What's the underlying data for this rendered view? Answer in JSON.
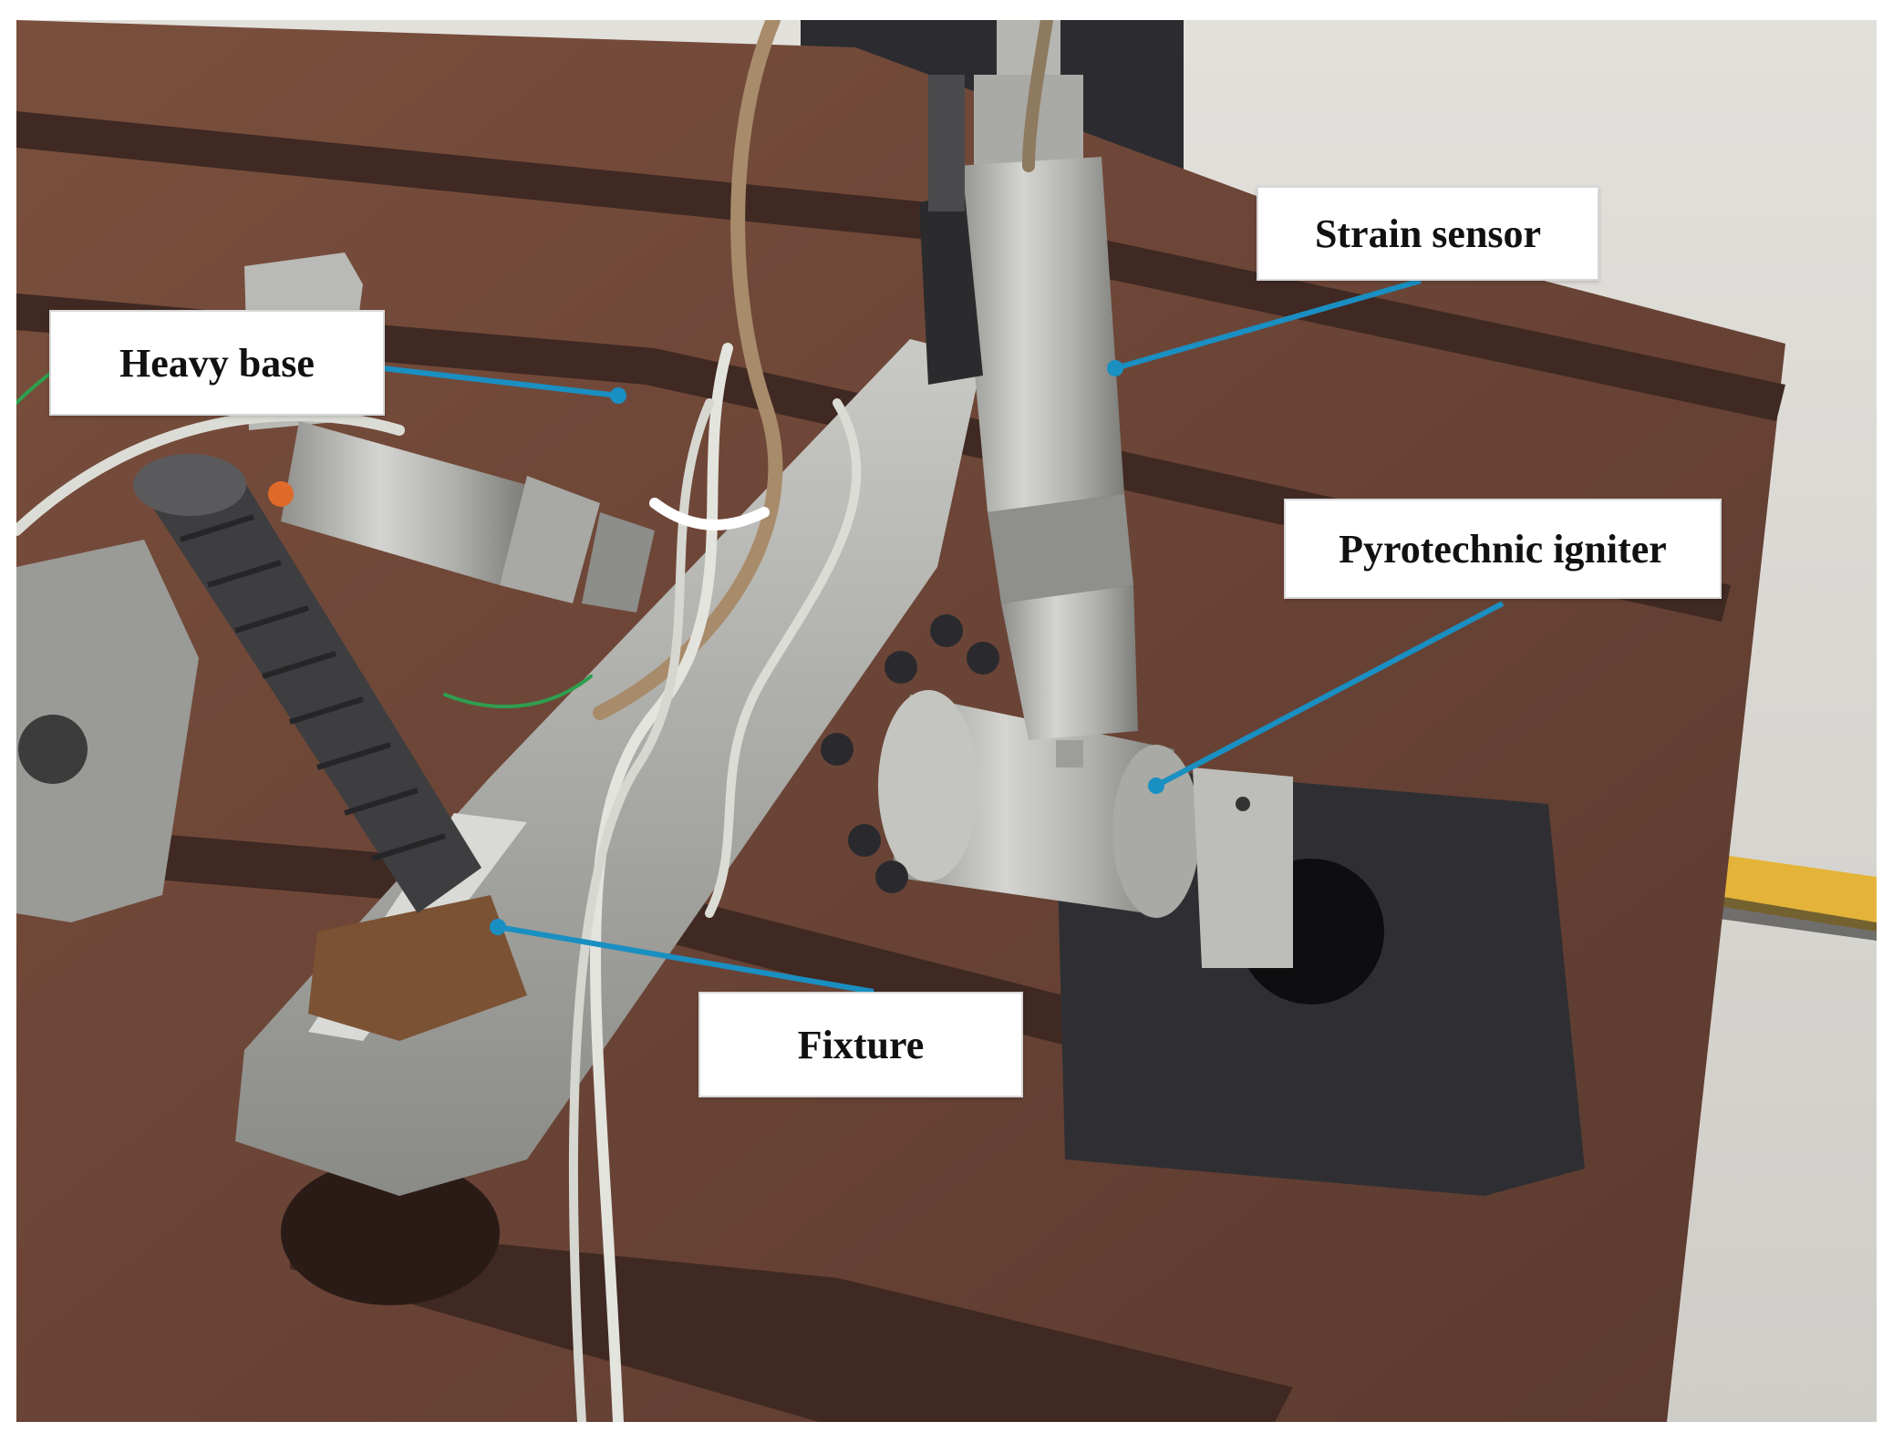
{
  "labels": {
    "heavy_base": "Heavy base",
    "strain_sensor": "Strain sensor",
    "pyrotechnic_igniter": "Pyrotechnic igniter",
    "fixture": "Fixture"
  },
  "colors": {
    "leader_line": "#1a8fc2",
    "table_rust": "#6b4638",
    "floor": "#d9d6d0",
    "metal": "#b8b8b4"
  }
}
